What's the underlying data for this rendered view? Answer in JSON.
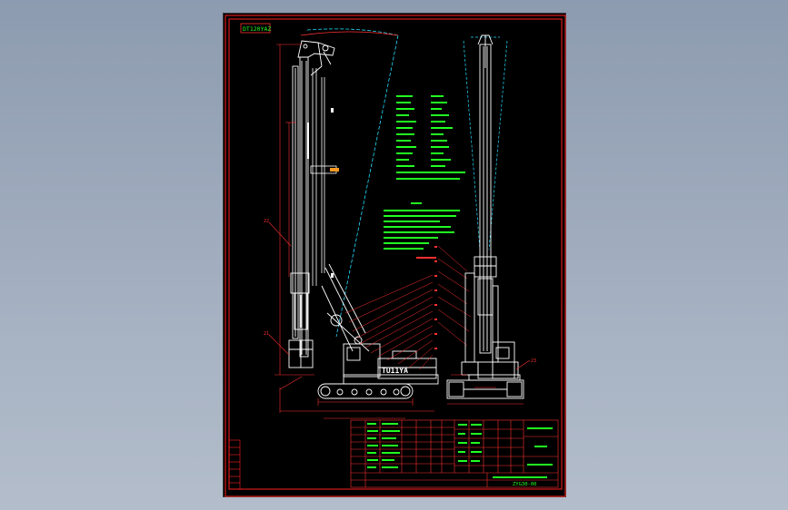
{
  "drawing": {
    "code_box": "DT120YAZ",
    "parts_table": {
      "header": "",
      "footer": "",
      "title_block": "",
      "code": "ZYG30-00"
    }
  },
  "colors": {
    "background": "#9aa6b8",
    "sheet": "#000000",
    "frame": "#ff2020",
    "outline": "#ffffff",
    "leader": "#ff3030",
    "dimension": "#ff3030",
    "notes": "#22ff22",
    "swing_arc": "#22ddff",
    "table_lines": "#ff3030",
    "table_text": "#22ff22"
  },
  "views": {
    "side_view": {
      "cab_text": "TU11YA",
      "callout_left": "21",
      "callout_bottom": "22"
    },
    "front_view": {
      "callout_right": "23"
    }
  }
}
